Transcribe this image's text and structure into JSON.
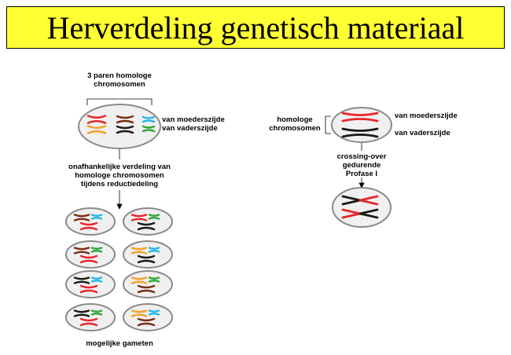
{
  "title": "Herverdeling genetisch materiaal",
  "left": {
    "top_label_line1": "3 paren homologe",
    "top_label_line2": "chromosomen",
    "maternal_label": "van moederszijde",
    "paternal_label": "van vaderszijde",
    "process_line1": "onafhankelijke verdeling van",
    "process_line2": "homologe chromosomen",
    "process_line3": "tijdens reductiedeling",
    "gametes_label": "mogelijke gameten"
  },
  "right": {
    "homolog_line1": "homologe",
    "homolog_line2": "chromosomen",
    "maternal_label": "van moederszijde",
    "paternal_label": "van vaderszijde",
    "crossover_line1": "crossing-over",
    "crossover_line2": "gedurende",
    "crossover_line3": "Profase I"
  },
  "colors": {
    "title_background": "#ffff33",
    "maternal_large": "#e8262b",
    "paternal_large": "#f2a127",
    "maternal_medium": "#7a2e16",
    "paternal_medium": "#1a1a1a",
    "maternal_small": "#29b6e8",
    "paternal_small": "#33a63a",
    "cell_fill": "#f0f0f0",
    "cell_stroke": "#8a8a8a"
  }
}
